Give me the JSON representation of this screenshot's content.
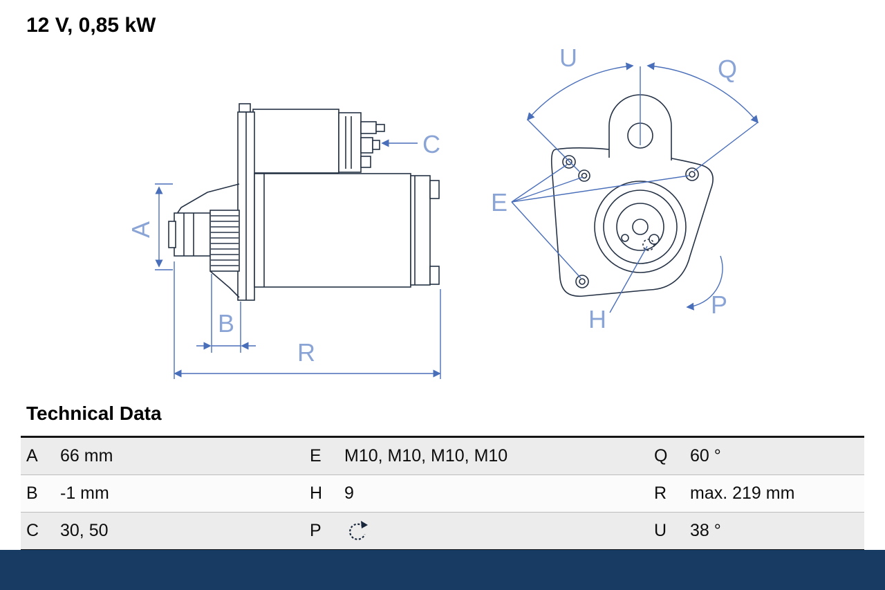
{
  "header": {
    "title": "12 V, 0,85 kW"
  },
  "diagram": {
    "side_view_labels": {
      "a": "A",
      "b": "B",
      "c": "C",
      "r": "R"
    },
    "front_view_labels": {
      "u": "U",
      "q": "Q",
      "e": "E",
      "h": "H",
      "p": "P"
    }
  },
  "technical_data": {
    "heading": "Technical Data",
    "rows": [
      [
        "A",
        "66 mm",
        "E",
        "M10, M10, M10, M10",
        "Q",
        "60 °"
      ],
      [
        "B",
        "-1 mm",
        "H",
        "9",
        "R",
        "max. 219 mm"
      ],
      [
        "C",
        "30, 50",
        "P",
        "",
        "U",
        "38 °"
      ]
    ],
    "p_icon": "rotation-ccw-icon"
  },
  "colors": {
    "dimension_blue": "#4a6fba",
    "label_blue": "#8aa4d6",
    "drawing_dark": "#253245",
    "footer_navy": "#173b63"
  }
}
